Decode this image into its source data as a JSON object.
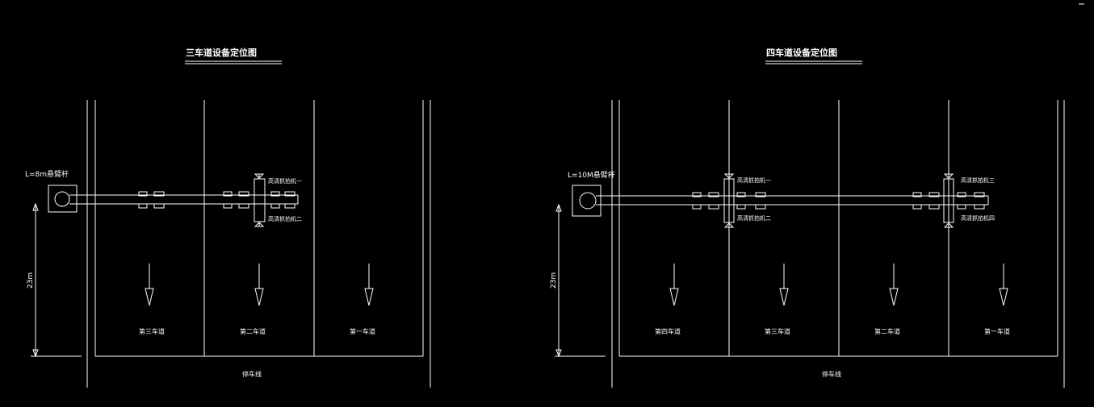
{
  "colors": {
    "background": "#000000",
    "lines": "#ffffff"
  },
  "left": {
    "title": "三车道设备定位图",
    "pole_label": "L=8m悬臂杆",
    "dimension": "23m",
    "device_top": "高清抓拍机一",
    "device_bottom": "高清抓拍机二",
    "lanes": [
      "第三车道",
      "第二车道",
      "第一车道"
    ],
    "stop_line": "停车线"
  },
  "right": {
    "title": "四车道设备定位图",
    "pole_label": "L=10M悬臂杆",
    "dimension": "23m",
    "device1_top": "高清抓拍机一",
    "device1_bottom": "高清抓拍机二",
    "device2_top": "高清抓拍机三",
    "device2_bottom": "高清抓拍机四",
    "lanes": [
      "第四车道",
      "第三车道",
      "第二车道",
      "第一车道"
    ],
    "stop_line": "停车线"
  }
}
